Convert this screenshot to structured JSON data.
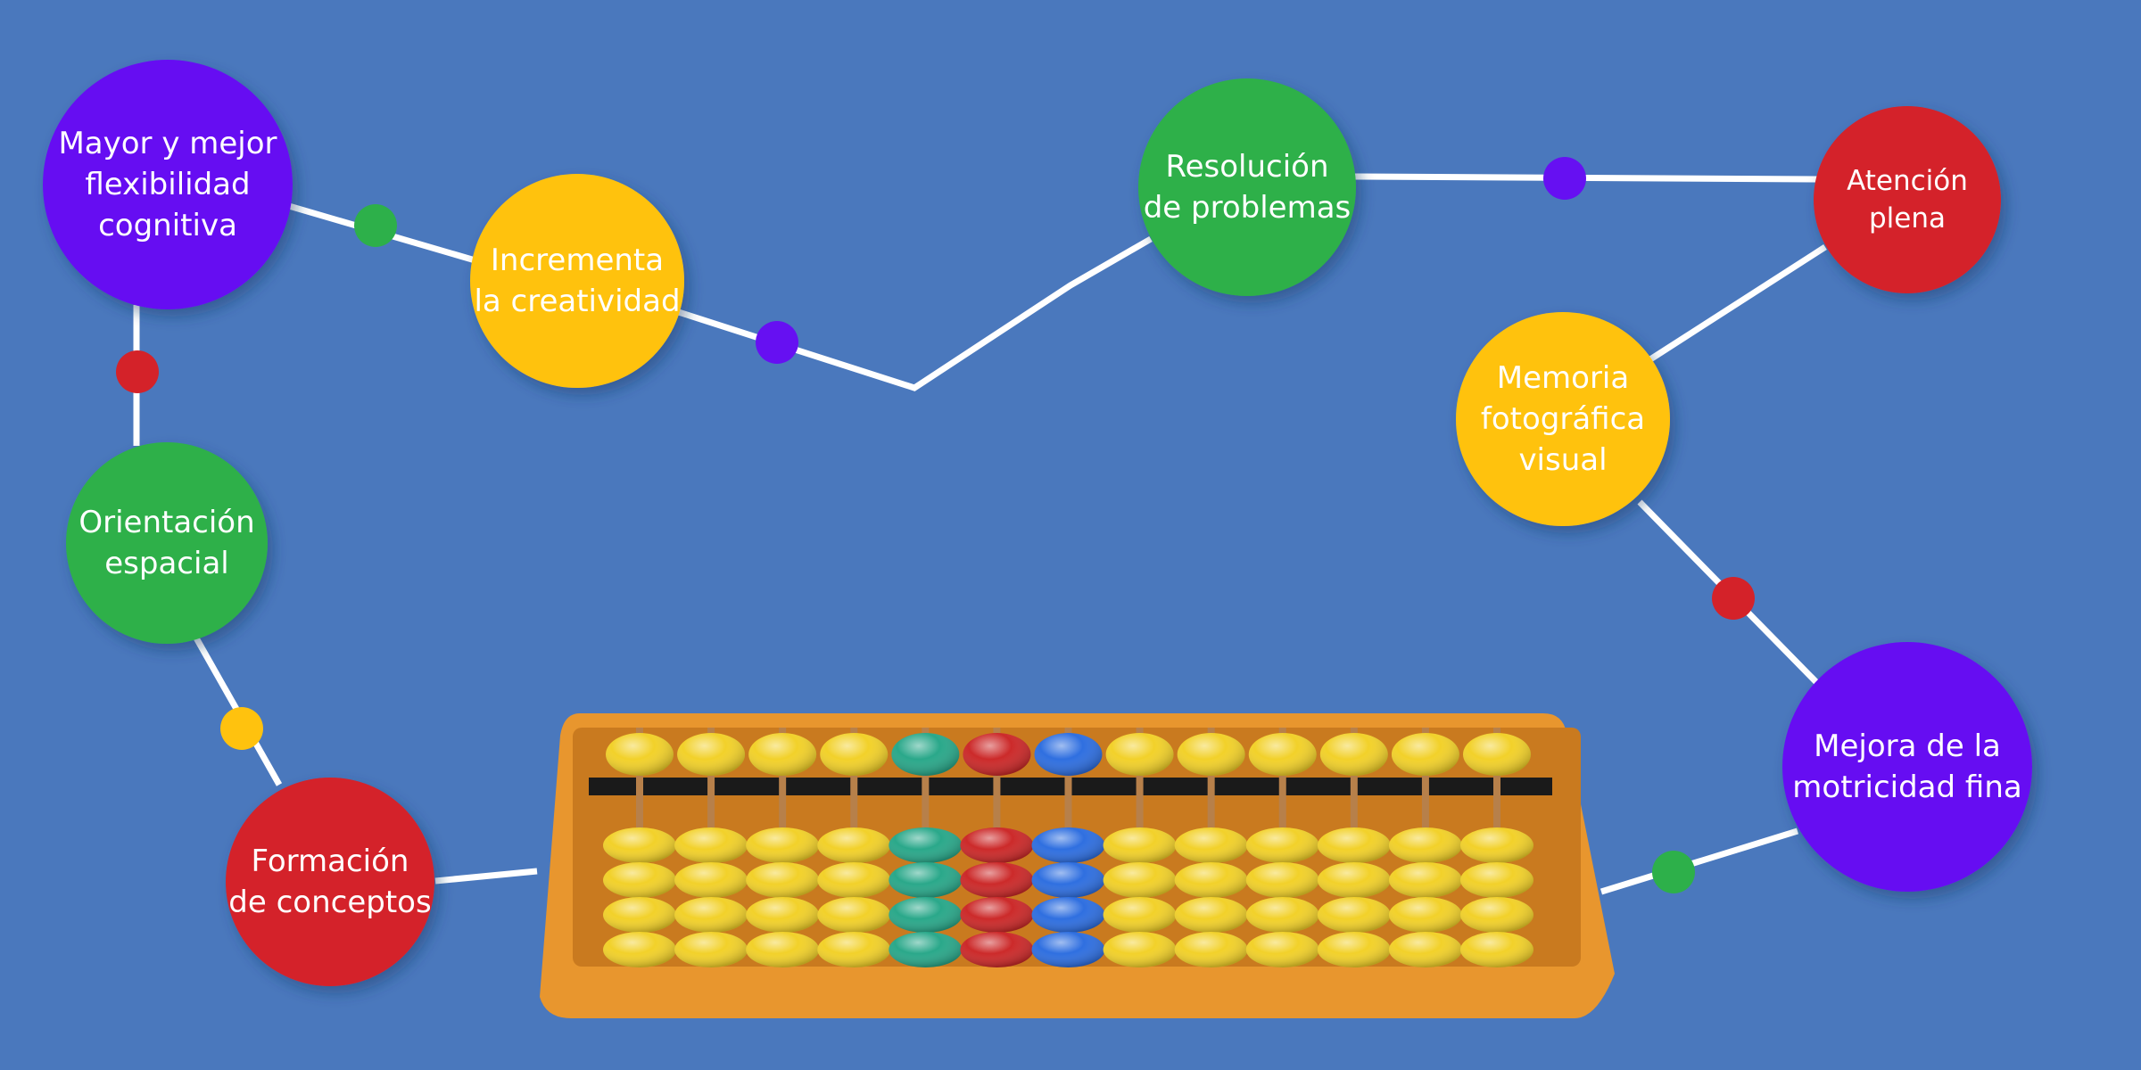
{
  "colors": {
    "background": "#4a78bd",
    "purple": "#6610f2",
    "green": "#2db04a",
    "yellow": "#ffc20e",
    "red": "#d42229",
    "connector": "#ffffff",
    "abacus_frame": "#e8962e",
    "abacus_rail": "#1a1a1a",
    "bead_yellow": "#f2d12a",
    "bead_teal": "#2aa88a",
    "bead_red": "#cc2a2a",
    "bead_blue": "#2f6fe0"
  },
  "nodes": [
    {
      "id": "flexibilidad",
      "color": "purple",
      "lines": [
        "Mayor y mejor",
        "flexibilidad",
        "cognitiva"
      ]
    },
    {
      "id": "creatividad",
      "color": "yellow",
      "lines": [
        "Incrementa",
        "la creatividad"
      ]
    },
    {
      "id": "resolucion",
      "color": "green",
      "lines": [
        "Resolución",
        "de problemas"
      ]
    },
    {
      "id": "atencion",
      "color": "red",
      "lines": [
        "Atención",
        "plena"
      ]
    },
    {
      "id": "memoria",
      "color": "yellow",
      "lines": [
        "Memoria",
        "fotográfica",
        "visual"
      ]
    },
    {
      "id": "motricidad",
      "color": "purple",
      "lines": [
        "Mejora de la",
        "motricidad fina"
      ]
    },
    {
      "id": "orientacion",
      "color": "green",
      "lines": [
        "Orientación",
        "espacial"
      ]
    },
    {
      "id": "conceptos",
      "color": "red",
      "lines": [
        "Formación",
        "de conceptos"
      ]
    }
  ],
  "connector_dots": [
    {
      "color": "green"
    },
    {
      "color": "purple"
    },
    {
      "color": "purple"
    },
    {
      "color": "red"
    },
    {
      "color": "red"
    },
    {
      "color": "green"
    },
    {
      "color": "yellow"
    }
  ],
  "abacus": {
    "icon": "abacus-icon",
    "columns": [
      "yellow",
      "yellow",
      "yellow",
      "yellow",
      "teal",
      "red",
      "blue",
      "yellow",
      "yellow",
      "yellow",
      "yellow",
      "yellow",
      "yellow"
    ],
    "upper_beads_per_column": 1,
    "lower_beads_per_column": 4
  }
}
